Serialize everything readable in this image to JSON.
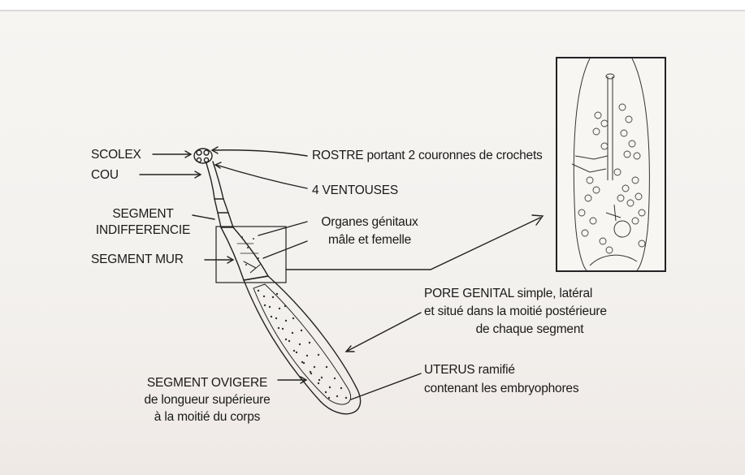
{
  "labels": {
    "scolex": "SCOLEX",
    "cou": "COU",
    "segment_indifferencie_1": "SEGMENT",
    "segment_indifferencie_2": "INDIFFERENCIE",
    "segment_mur": "SEGMENT MUR",
    "segment_ovigere_1": "SEGMENT OVIGERE",
    "segment_ovigere_2": "de longueur supérieure",
    "segment_ovigere_3": "à la moitié du corps",
    "rostre": "ROSTRE portant 2 couronnes de crochets",
    "ventouses": "4 VENTOUSES",
    "organes_1": "Organes génitaux",
    "organes_2": "mâle et femelle",
    "pore_1": "PORE GENITAL simple, latéral",
    "pore_2": "et situé dans la moitié postérieure",
    "pore_3": "de chaque segment",
    "uterus_1": "UTERUS ramifié",
    "uterus_2": "contenant les embryophores"
  }
}
